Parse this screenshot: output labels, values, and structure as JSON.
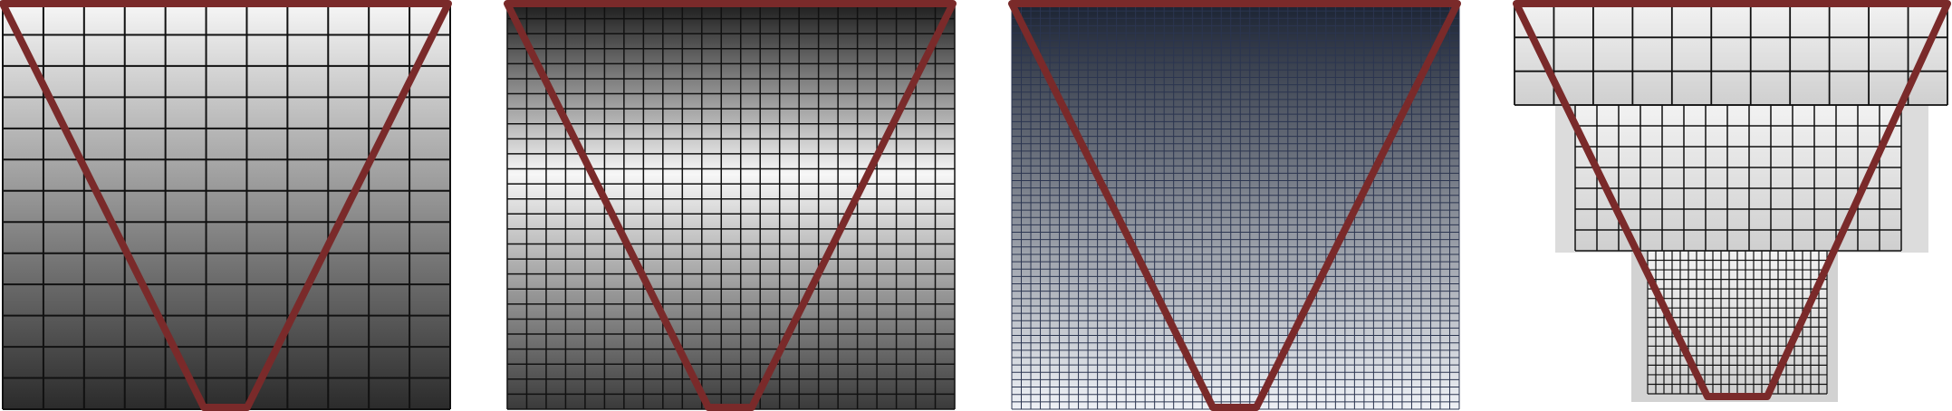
{
  "diagram": {
    "panels": [
      {
        "id": "uniform-coarse",
        "gradient": "dark-bottom",
        "grid": {
          "cols": 11,
          "rows": 13
        },
        "colors": {
          "top": "#f6f6f6",
          "bottom": "#2b2b2b",
          "line": "#111111"
        }
      },
      {
        "id": "uniform-medium",
        "gradient": "light-middle",
        "grid": {
          "cols": 23,
          "rows": 27
        },
        "colors": {
          "top": "#1e1e1e",
          "middle": "#f7f7f7",
          "bottom": "#3a3a3a",
          "line": "#111111"
        }
      },
      {
        "id": "uniform-fine",
        "gradient": "navy-to-white",
        "grid": {
          "cols": 47,
          "rows": 55
        },
        "colors": {
          "top": "#1b2333",
          "bottom": "#eef1f6",
          "line": "#2b3550"
        }
      },
      {
        "id": "multi-resolution",
        "gradient": "stacked-levels",
        "levels": [
          {
            "grid": {
              "cols": 11,
              "rows": 3
            }
          },
          {
            "grid": {
              "cols": 15,
              "rows": 7
            }
          },
          {
            "grid": {
              "cols": 22,
              "rows": 15
            }
          }
        ],
        "colors": {
          "top": "#f2f2f2",
          "bottom": "#cfcfcf",
          "shadow": "#bdbdbd",
          "line": "#111111"
        }
      }
    ],
    "funnel": {
      "color": "#7a2a2a"
    }
  }
}
